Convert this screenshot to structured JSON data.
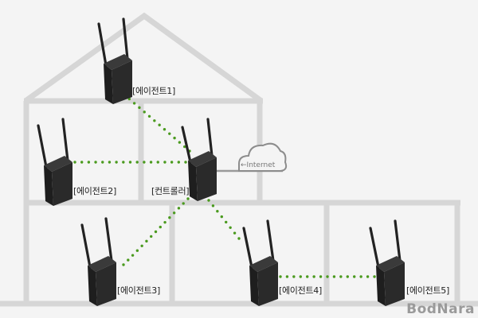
{
  "diagram": {
    "title": "Mesh Wi-Fi network topology in a house",
    "nodes": [
      {
        "id": "agent1",
        "label": "[에이전트1]",
        "role": "agent"
      },
      {
        "id": "agent2",
        "label": "[에이전트2]",
        "role": "agent"
      },
      {
        "id": "controller",
        "label": "[컨트롤러]",
        "role": "controller"
      },
      {
        "id": "agent3",
        "label": "[에이전트3]",
        "role": "agent"
      },
      {
        "id": "agent4",
        "label": "[에이전트4]",
        "role": "agent"
      },
      {
        "id": "agent5",
        "label": "[에이전트5]",
        "role": "agent"
      }
    ],
    "links": [
      {
        "from": "controller",
        "to": "agent1",
        "style": "dotted"
      },
      {
        "from": "controller",
        "to": "agent2",
        "style": "dotted"
      },
      {
        "from": "controller",
        "to": "agent3",
        "style": "dotted"
      },
      {
        "from": "controller",
        "to": "agent4",
        "style": "dotted"
      },
      {
        "from": "agent4",
        "to": "agent5",
        "style": "dotted"
      },
      {
        "from": "controller",
        "to": "internet",
        "style": "solid"
      }
    ],
    "internet": {
      "label": "←Internet",
      "icon": "cloud-icon"
    },
    "colors": {
      "background": "#f4f4f4",
      "wall": "#d6d6d6",
      "link_dots": "#4a9a1e",
      "device": "#2a2a2a",
      "cloud_stroke": "#8c8c8c"
    }
  },
  "watermark": "BodNara"
}
